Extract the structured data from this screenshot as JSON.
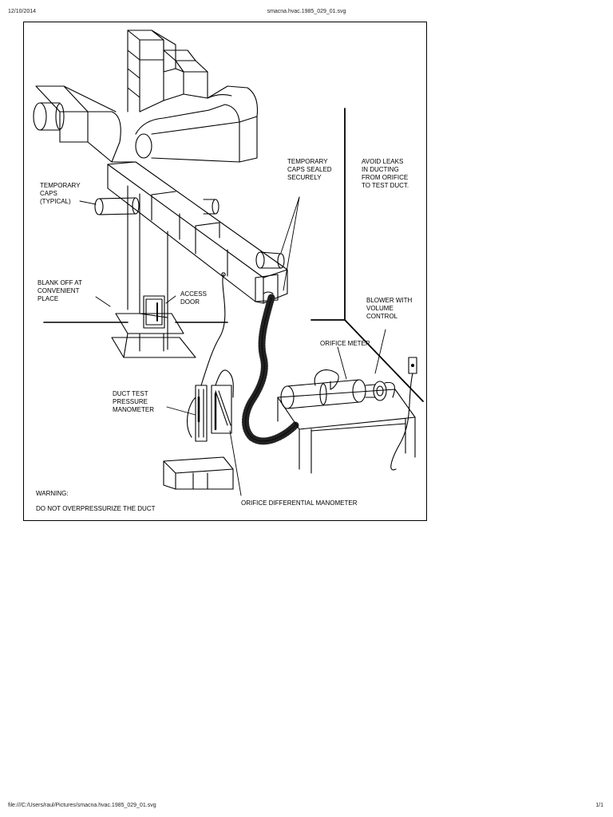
{
  "header": {
    "date": "12/10/2014",
    "title": "smacna.hvac.1985_029_01.svg"
  },
  "footer": {
    "path": "file:///C:/Users/raul/Pictures/smacna.hvac.1985_029_01.svg",
    "page": "1/1"
  },
  "labels": {
    "temporary_caps_typical": "TEMPORARY\nCAPS\n(TYPICAL)",
    "temporary_caps_sealed": "TEMPORARY\nCAPS SEALED\nSECURELY",
    "avoid_leaks": "AVOID LEAKS\nIN DUCTING\nFROM ORIFICE\nTO TEST DUCT.",
    "blank_off": "BLANK OFF AT\nCONVENIENT\nPLACE",
    "access_door": "ACCESS\nDOOR",
    "blower": "BLOWER WITH\nVOLUME\nCONTROL",
    "orifice_meter": "ORIFICE METER",
    "duct_test_manometer": "DUCT TEST\nPRESSURE\nMANOMETER",
    "warning": "WARNING:",
    "do_not_overpressurize": "DO NOT OVERPRESSURIZE THE DUCT",
    "orifice_differential": "ORIFICE DIFFERENTIAL MANOMETER"
  }
}
